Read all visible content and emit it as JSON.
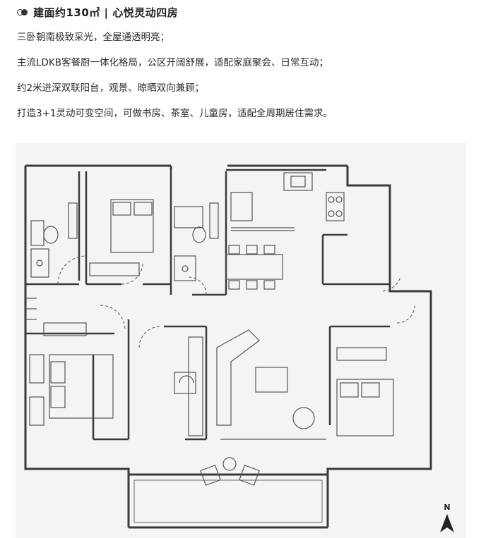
{
  "header": {
    "title": "建面约130㎡ | 心悦灵动四房",
    "bullet_icon": "double-dot-bullet-icon"
  },
  "features": [
    "三卧朝南极致采光，全屋通透明亮；",
    "主流LDKB客餐厨一体化格局，公区开阔舒展，适配家庭聚会、日常互动；",
    "约2米进深双联阳台，观景、晾晒双向兼顾；",
    "打造3+1灵动可变空间，可做书房、茶室、儿童房，适配全周期居住需求。"
  ],
  "floorplan": {
    "north_label": "N",
    "compass_icon": "north-arrow-icon",
    "colors": {
      "background": "#f4f4f4",
      "wall": "#3a3a3a",
      "furniture": "#555555"
    }
  }
}
